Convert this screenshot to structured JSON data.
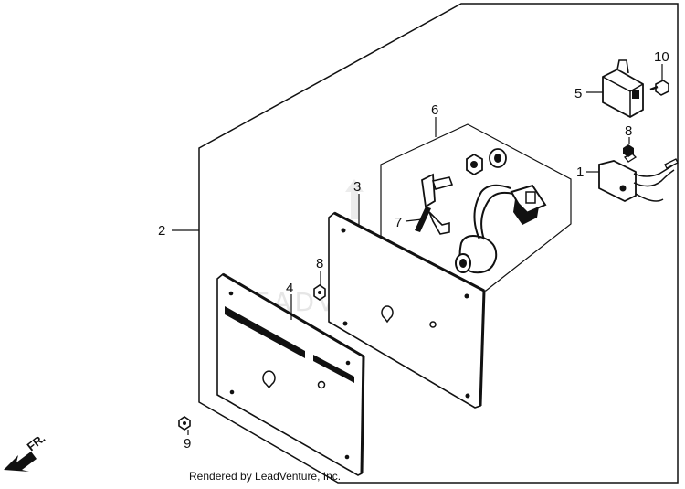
{
  "callouts": {
    "c1": "1",
    "c2": "2",
    "c3": "3",
    "c4": "4",
    "c5": "5",
    "c6": "6",
    "c7": "7",
    "c8a": "8",
    "c8b": "8",
    "c9": "9",
    "c10": "10"
  },
  "watermark": "LEADVENTURE",
  "front_arrow_label": "FR.",
  "footer": "Rendered by LeadVenture, Inc."
}
